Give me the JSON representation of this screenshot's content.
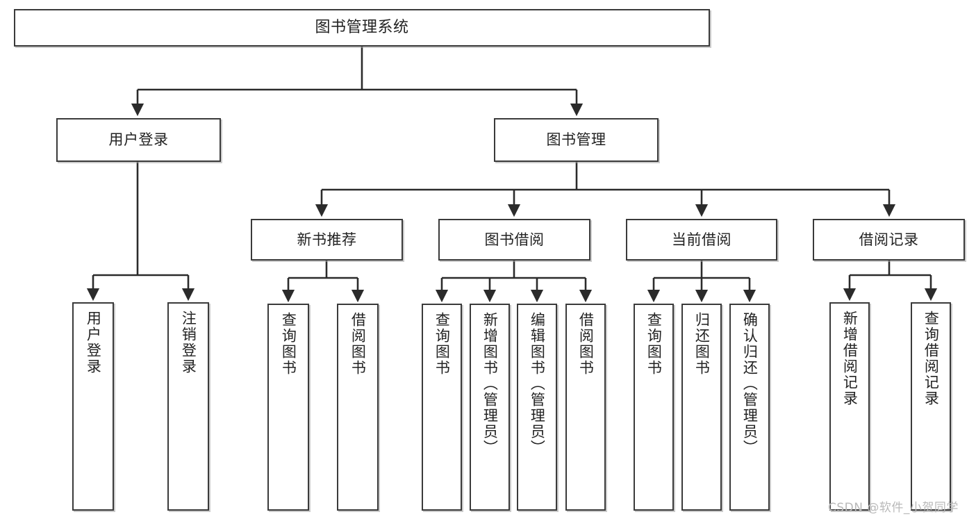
{
  "diagram": {
    "title": "图书管理系统",
    "type": "tree-hierarchy",
    "orientation": "top-down",
    "edge_style": "orthogonal-with-arrowheads",
    "colors": {
      "box_border": "#3a3a3a",
      "box_fill": "#ffffff",
      "edge": "#2b2b2b",
      "text": "#222222",
      "watermark": "#b9b9b9",
      "background": "#ffffff"
    },
    "root": {
      "label": "图书管理系统"
    },
    "level2": [
      {
        "label": "用户登录"
      },
      {
        "label": "图书管理"
      }
    ],
    "level3": [
      {
        "label": "新书推荐"
      },
      {
        "label": "图书借阅"
      },
      {
        "label": "当前借阅"
      },
      {
        "label": "借阅记录"
      }
    ],
    "leaves": {
      "user_login": [
        {
          "label": "用户登录"
        },
        {
          "label": "注销登录"
        }
      ],
      "new_book_recommend": [
        {
          "label": "查询图书"
        },
        {
          "label": "借阅图书"
        }
      ],
      "book_borrow": [
        {
          "label": "查询图书"
        },
        {
          "label": "新增图书（管理员）"
        },
        {
          "label": "编辑图书（管理员）"
        },
        {
          "label": "借阅图书"
        }
      ],
      "current_borrow": [
        {
          "label": "查询图书"
        },
        {
          "label": "归还图书"
        },
        {
          "label": "确认归还（管理员）"
        }
      ],
      "borrow_record": [
        {
          "label": "新增借阅记录"
        },
        {
          "label": "查询借阅记录"
        }
      ]
    }
  },
  "watermark": {
    "text": "CSDN @软件_小贺同学"
  }
}
